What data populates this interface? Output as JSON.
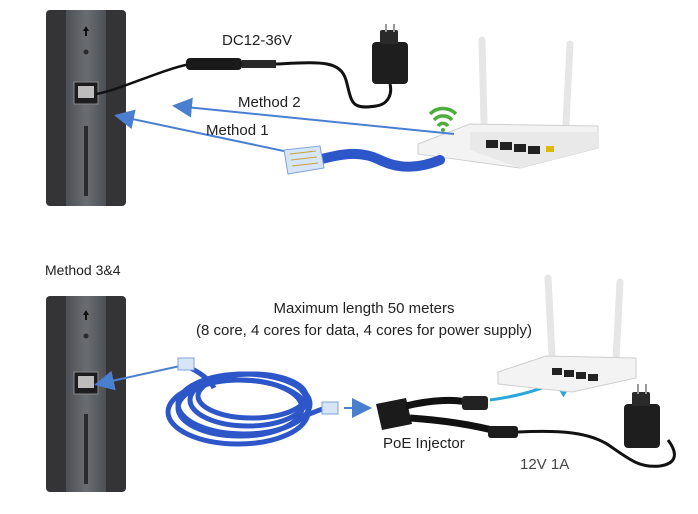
{
  "labels": {
    "dc": "DC12-36V",
    "method2": "Method 2",
    "method1": "Method 1",
    "method34": "Method 3&4",
    "maxlen_line1": "Maximum length 50 meters",
    "maxlen_line2": "(8 core, 4 cores for data, 4 cores for power supply)",
    "poe": "PoE Injector",
    "psu": "12V 1A"
  },
  "colors": {
    "device_body": "#3a3a3c",
    "device_face": "#5b5e62",
    "cable_blue": "#2d56c8",
    "arrow_blue": "#4a7fd0",
    "router": "#f2f2f2",
    "wifi": "#4caf3c"
  }
}
